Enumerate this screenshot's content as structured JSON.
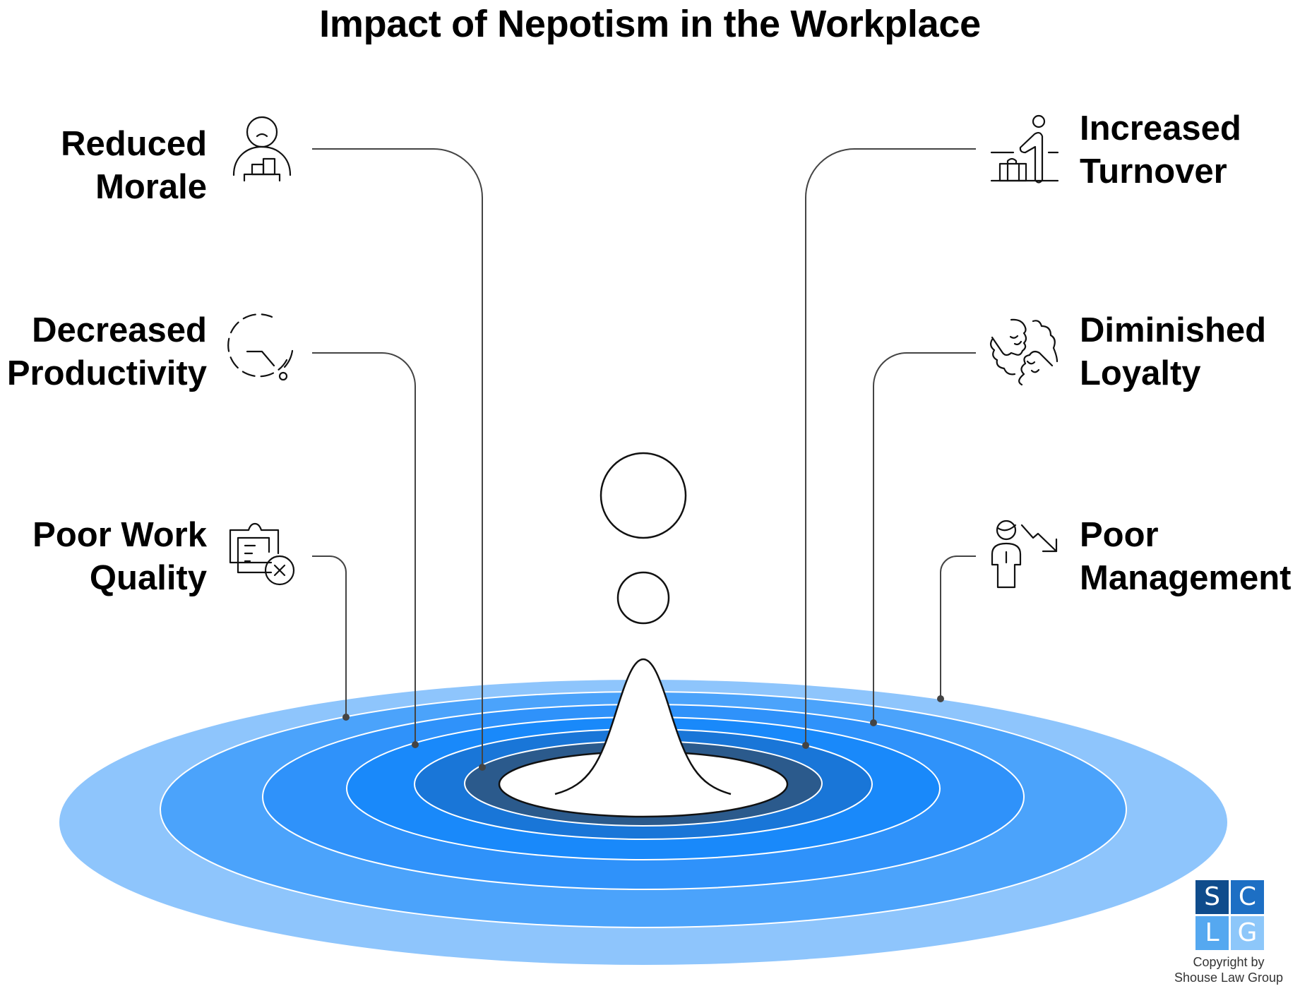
{
  "title": "Impact of Nepotism in the Workplace",
  "colors": {
    "ring_outer": "#8ec5fc",
    "ring_1": "#4ba3fb",
    "ring_2": "#2f92fa",
    "ring_3": "#1989fa",
    "ring_4": "#1976d8",
    "ring_5": "#2b5a8c",
    "connector": "#444444"
  },
  "impacts": {
    "left": [
      {
        "lines": [
          "Reduced",
          "Morale"
        ],
        "icon": "sad-person-chart-icon"
      },
      {
        "lines": [
          "Decreased",
          "Productivity"
        ],
        "icon": "dashed-clock-icon"
      },
      {
        "lines": [
          "Poor Work",
          "Quality"
        ],
        "icon": "clipboard-x-icon"
      }
    ],
    "right": [
      {
        "lines": [
          "Increased",
          "Turnover"
        ],
        "icon": "person-leaving-luggage-icon"
      },
      {
        "lines": [
          "Diminished",
          "Loyalty"
        ],
        "icon": "broken-handshake-icon"
      },
      {
        "lines": [
          "Poor",
          "Management"
        ],
        "icon": "manager-downtrend-icon"
      }
    ]
  },
  "logo": {
    "letters": [
      "S",
      "C",
      "L",
      "G"
    ],
    "colors": [
      "#0f4c8c",
      "#1d6fc4",
      "#55a8f0",
      "#8dc7fa"
    ]
  },
  "copyright": [
    "Copyright by",
    "Shouse Law Group"
  ]
}
